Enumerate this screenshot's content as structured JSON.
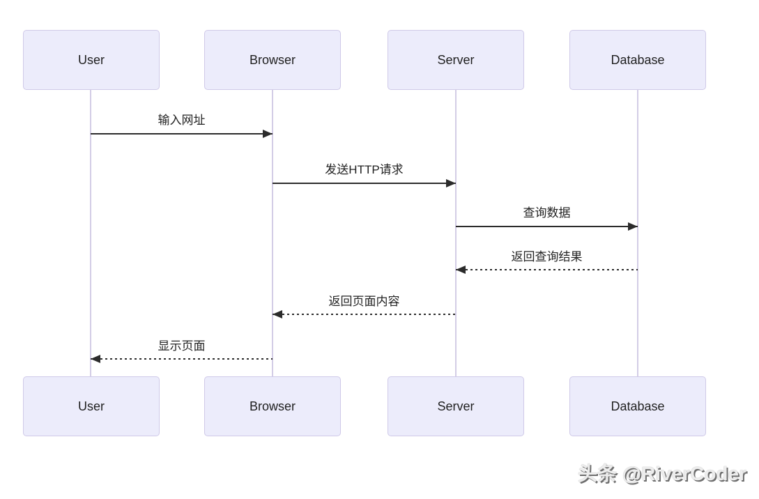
{
  "diagram": {
    "type": "sequence",
    "actors": [
      {
        "id": "user",
        "label": "User"
      },
      {
        "id": "browser",
        "label": "Browser"
      },
      {
        "id": "server",
        "label": "Server"
      },
      {
        "id": "database",
        "label": "Database"
      }
    ],
    "messages": [
      {
        "from": "User",
        "to": "Browser",
        "label": "输入网址",
        "line": "solid",
        "direction": "right"
      },
      {
        "from": "Browser",
        "to": "Server",
        "label": "发送HTTP请求",
        "line": "solid",
        "direction": "right"
      },
      {
        "from": "Server",
        "to": "Database",
        "label": "查询数据",
        "line": "solid",
        "direction": "right"
      },
      {
        "from": "Database",
        "to": "Server",
        "label": "返回查询结果",
        "line": "dashed",
        "direction": "left"
      },
      {
        "from": "Server",
        "to": "Browser",
        "label": "返回页面内容",
        "line": "dashed",
        "direction": "left"
      },
      {
        "from": "Browser",
        "to": "User",
        "label": "显示页面",
        "line": "dashed",
        "direction": "left"
      }
    ],
    "colors": {
      "actor_fill": "#ececfb",
      "actor_border": "#cfc9e8",
      "lifeline": "#d3cde6",
      "arrow": "#2b2b2b",
      "label_text": "#222222"
    }
  },
  "watermark": {
    "text": "头条 @RiverCoder"
  }
}
